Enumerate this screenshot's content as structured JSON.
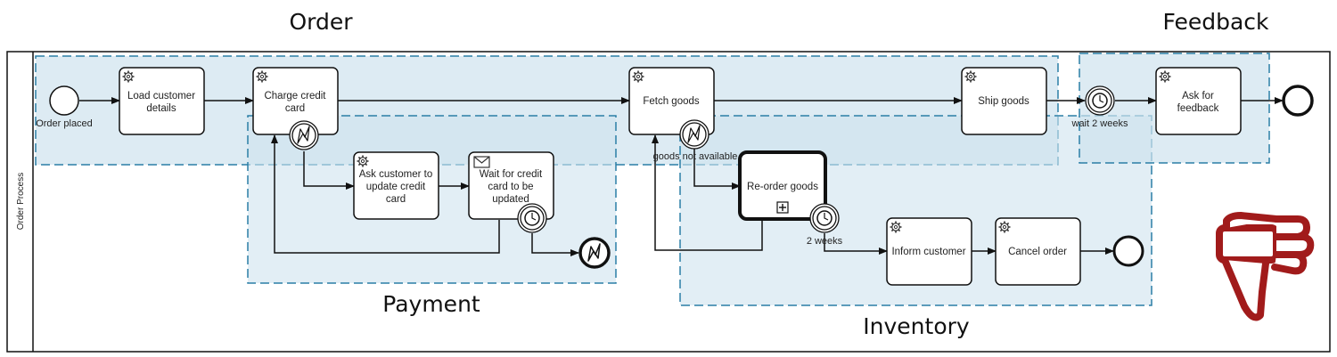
{
  "pool": {
    "label": "Order Process"
  },
  "groups": {
    "order": "Order",
    "payment": "Payment",
    "inventory": "Inventory",
    "feedback": "Feedback"
  },
  "events": {
    "start": "Order placed",
    "charge_error": "",
    "goods_error": "goods not available",
    "wait_timer": "wait 2 weeks",
    "reorder_timer": "2 weeks"
  },
  "tasks": {
    "load_customer": [
      "Load customer",
      "details"
    ],
    "charge_card": [
      "Charge credit",
      "card"
    ],
    "fetch_goods": [
      "Fetch goods"
    ],
    "ship_goods": [
      "Ship goods"
    ],
    "ask_feedback": [
      "Ask for",
      "feedback"
    ],
    "ask_update": [
      "Ask customer to",
      "update credit",
      "card"
    ],
    "wait_update": [
      "Wait for credit",
      "card to be",
      "updated"
    ],
    "reorder": [
      "Re-order goods"
    ],
    "inform": [
      "Inform customer"
    ],
    "cancel": [
      "Cancel order"
    ]
  },
  "colors": {
    "group_fill": "#cfe3ee",
    "group_stroke": "#2b7fa6",
    "line": "#111111",
    "thumb": "#a11b1b"
  },
  "icons": [
    "gear-icon",
    "envelope-icon",
    "timer-icon",
    "error-icon",
    "subprocess-marker-icon",
    "thumbs-down-icon"
  ]
}
